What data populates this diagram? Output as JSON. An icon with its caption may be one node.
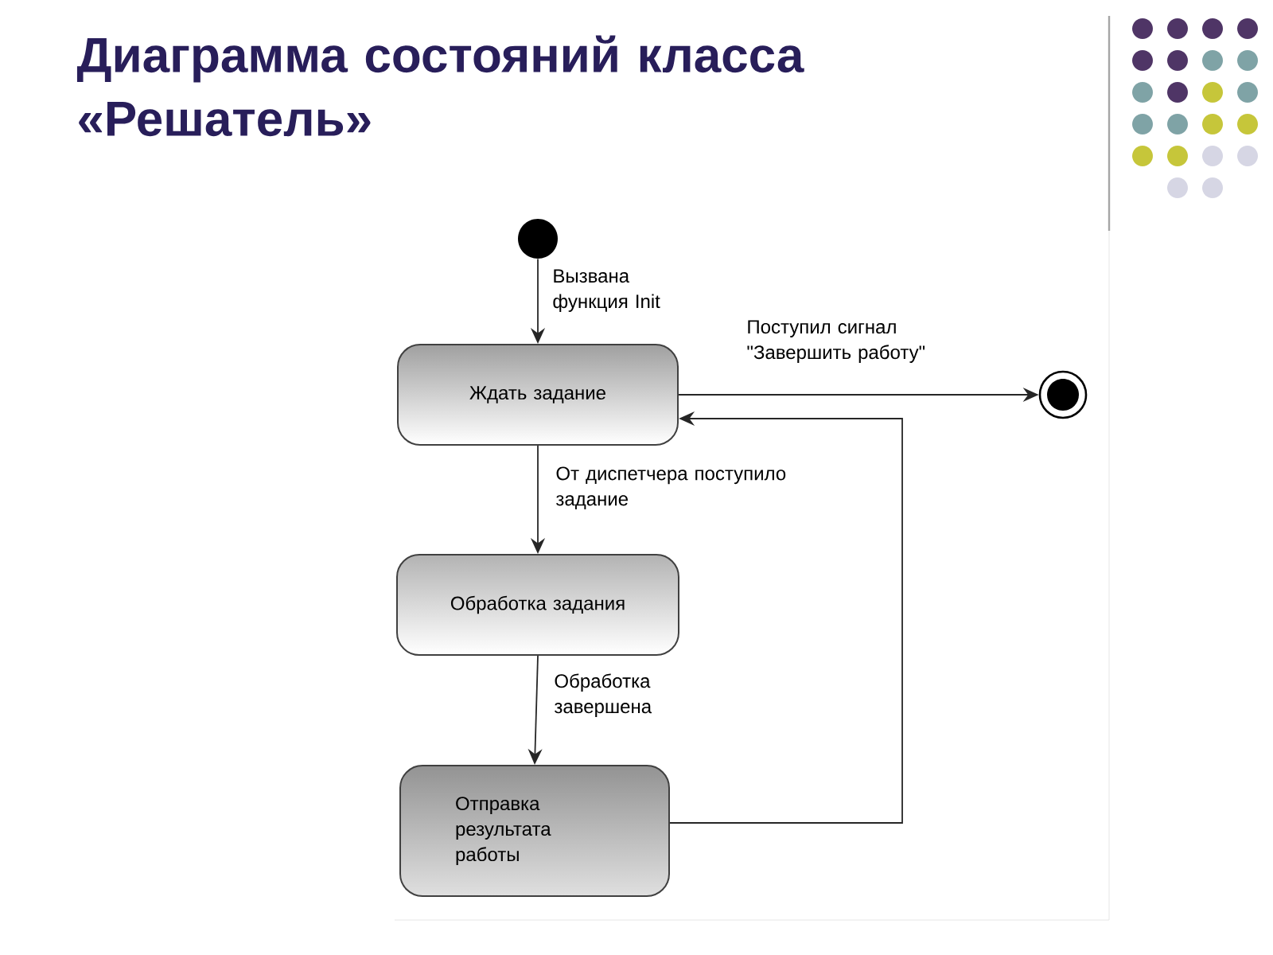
{
  "diagram": {
    "title": "Диаграмма состояний класса «Решатель»",
    "nodes": [
      {
        "text": [],
        "shape": "circle"
      },
      {
        "text": [
          "Ждать задание"
        ]
      },
      {
        "text": [
          "Обработка задания"
        ]
      },
      {
        "text": [
          "Отправка результата работы"
        ]
      },
      {
        "text": [],
        "shape": "circle"
      }
    ],
    "edges": [
      {
        "from": 0,
        "to": 1,
        "arrow": "to",
        "label": "Вызвана функция Init"
      },
      {
        "from": 1,
        "to": 4,
        "arrow": "to",
        "label": "Поступил сигнал \"Завершить работу\""
      },
      {
        "from": 1,
        "to": 2,
        "arrow": "to",
        "label": "От диспетчера поступило задание"
      },
      {
        "from": 2,
        "to": 3,
        "arrow": "to",
        "label": "Обработка завершена"
      },
      {
        "from": 3,
        "to": 1,
        "arrow": "to"
      }
    ]
  }
}
